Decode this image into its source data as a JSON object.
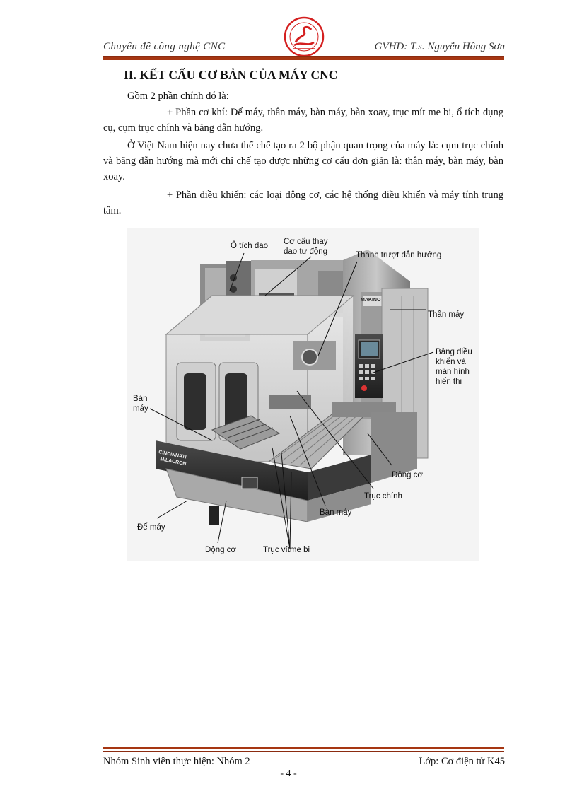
{
  "header": {
    "left": "Chuyên đề công nghệ CNC",
    "right": "GVHD: T.s. Nguyễn Hồng Sơn"
  },
  "section_title": "II. KẾT CẤU CƠ BẢN CỦA MÁY CNC",
  "paragraphs": [
    "Gồm 2 phần chính đó là:",
    "+ Phần cơ khí: Đế máy, thân máy, bàn máy, bàn xoay, trục mít me bi, ổ tích dụng cụ, cụm trục chính và băng dẫn hướng.",
    "Ở Việt Nam hiện nay chưa thể chế tạo ra 2 bộ phận quan trọng của máy là: cụm trục chính và băng dẫn hướng mà mới chỉ chế tạo được những cơ cấu đơn giản là: thân máy, bàn máy, bàn xoay.",
    "+ Phần điều khiển: các loại động cơ, các hệ thống điều khiển và máy tính trung tâm."
  ],
  "figure": {
    "labels": {
      "o_tich_dao": "Ổ tích dao",
      "co_cau_thay_dao": "Cơ cấu thay\ndao tự động",
      "thanh_truot": "Thanh trượt dẫn hướng",
      "than_may": "Thân máy",
      "bang_dieu_khien": "Bảng điều\nkhiển và\nmàn hình\nhiển thị",
      "ban_may_left": "Bàn\nmáy",
      "dong_co_right": "Động cơ",
      "truc_chinh": "Trục chính",
      "ban_may_bottom": "Bàn máy",
      "de_may": "Đế máy",
      "dong_co_bottom": "Động cơ",
      "truc_vitme_bi": "Trục vítme bi"
    },
    "brand_labels": {
      "machine_brand": "MAKINO",
      "front_brand_1": "CINCINNATI",
      "front_brand_2": "MILACRON"
    }
  },
  "footer": {
    "left": "Nhóm Sinh viên thực hiện: Nhóm 2",
    "right": "Lớp: Cơ điện tử K45",
    "page": "- 4 -"
  },
  "colors": {
    "rule": "#a63612",
    "logo_red": "#d42020"
  }
}
